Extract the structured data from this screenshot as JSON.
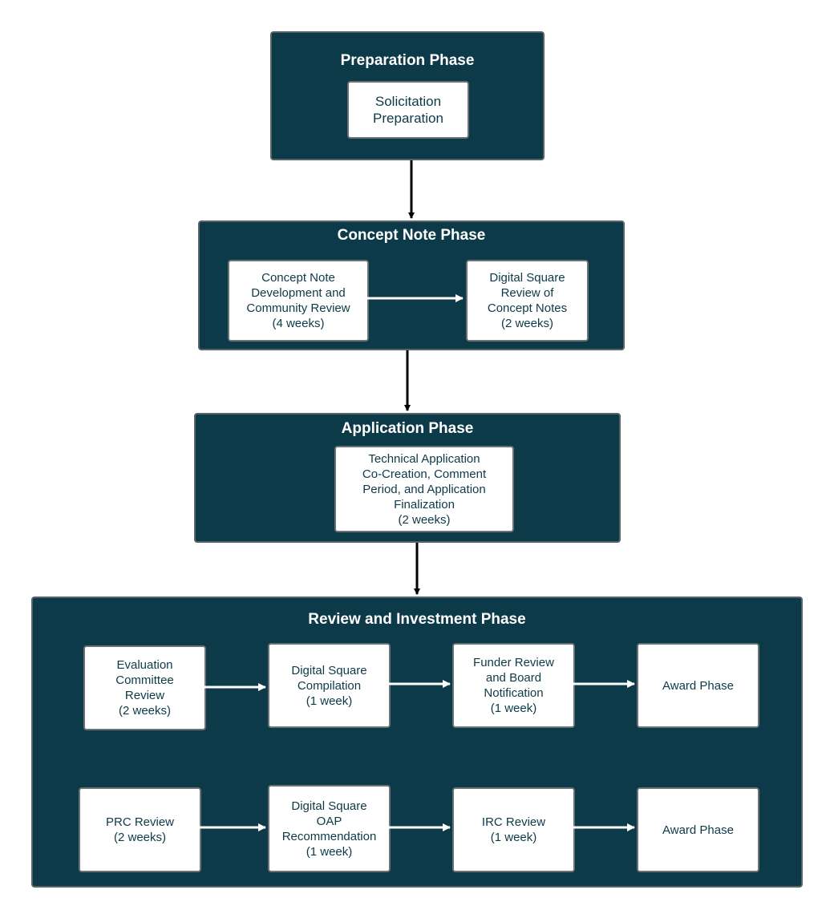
{
  "phases": {
    "preparation": {
      "title": "Preparation Phase",
      "steps": [
        "Solicitation\nPreparation"
      ]
    },
    "concept_note": {
      "title": "Concept Note Phase",
      "steps": [
        "Concept Note\nDevelopment and\nCommunity Review\n(4 weeks)",
        "Digital Square\nReview of\nConcept Notes\n(2 weeks)"
      ]
    },
    "application": {
      "title": "Application Phase",
      "steps": [
        "Technical Application\nCo-Creation, Comment\nPeriod, and Application\nFinalization\n(2 weeks)"
      ]
    },
    "review_investment": {
      "title": "Review and Investment Phase",
      "row1": [
        "Evaluation\nCommittee\nReview\n(2 weeks)",
        "Digital Square\nCompilation\n(1 week)",
        "Funder Review\nand Board\nNotification\n(1 week)",
        "Award Phase"
      ],
      "row2": [
        "PRC Review\n(2 weeks)",
        "Digital Square\nOAP\nRecommendation\n(1 week)",
        "IRC Review\n(1 week)",
        "Award Phase"
      ]
    }
  },
  "colors": {
    "phase_fill": "#0d3a48",
    "box_fill": "#ffffff",
    "arrow_dark": "#000000",
    "arrow_light": "#ffffff"
  }
}
